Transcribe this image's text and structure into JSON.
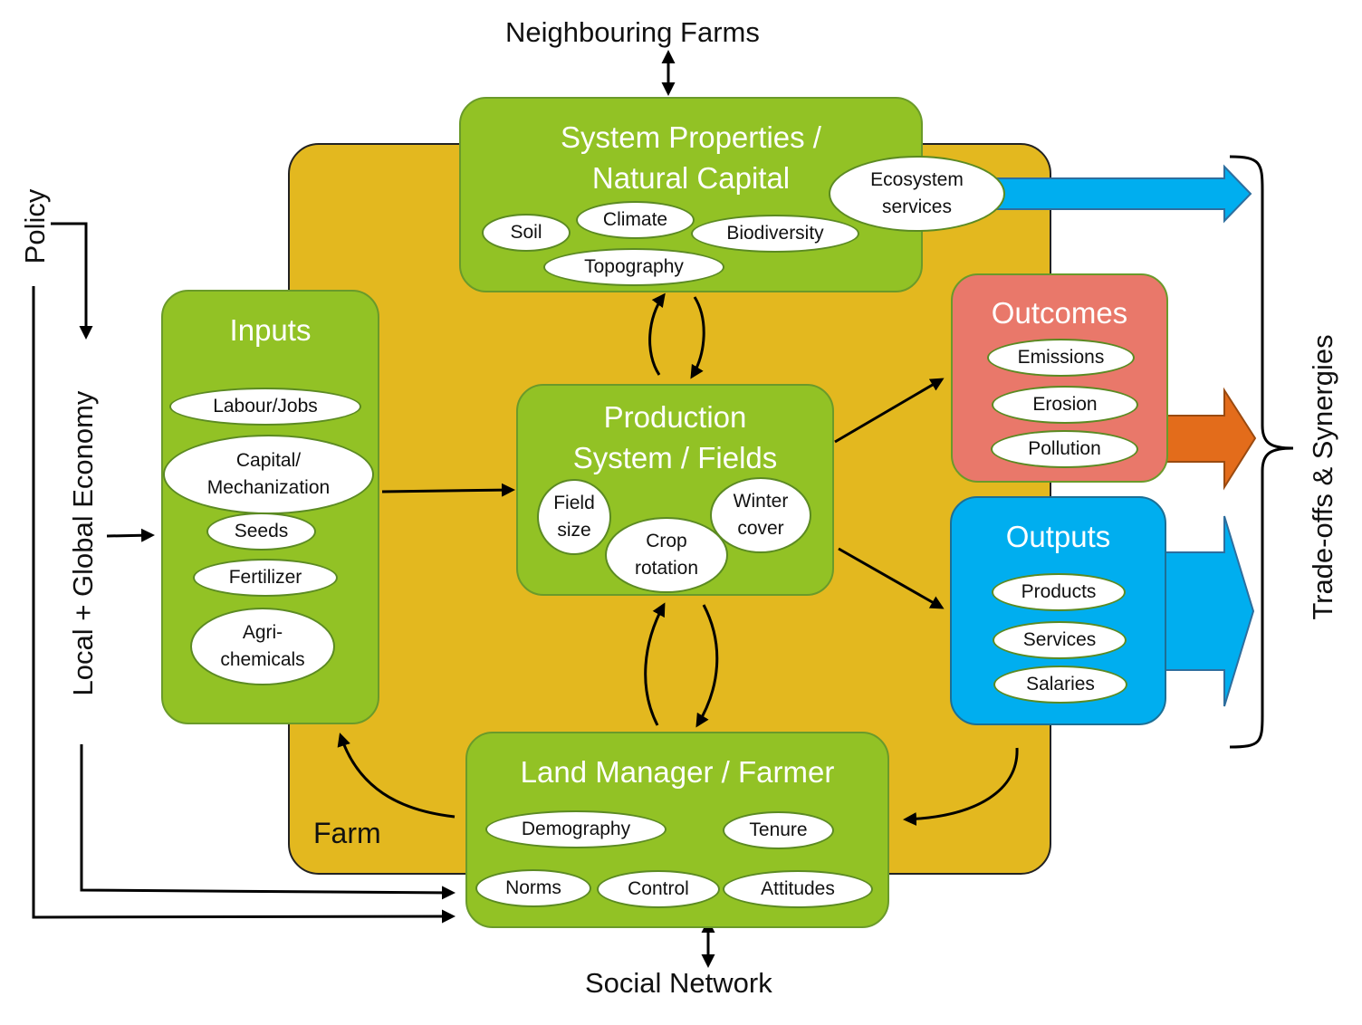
{
  "top_label": "Neighbouring Farms",
  "bottom_label": "Social Network",
  "left_policy": "Policy",
  "left_economy": "Local + Global Economy",
  "right_label": "Trade-offs & Synergies",
  "farm_label": "Farm",
  "system_properties": {
    "title": "System Properties /\nNatural Capital",
    "items": [
      "Soil",
      "Climate",
      "Biodiversity",
      "Topography",
      "Ecosystem\nservices"
    ]
  },
  "inputs": {
    "title": "Inputs",
    "items": [
      "Labour/Jobs",
      "Capital/\nMechanization",
      "Seeds",
      "Fertilizer",
      "Agri-\nchemicals"
    ]
  },
  "production": {
    "title": "Production\nSystem / Fields",
    "items": [
      "Field\nsize",
      "Crop\nrotation",
      "Winter\ncover"
    ]
  },
  "outcomes": {
    "title": "Outcomes",
    "items": [
      "Emissions",
      "Erosion",
      "Pollution"
    ]
  },
  "outputs": {
    "title": "Outputs",
    "items": [
      "Products",
      "Services",
      "Salaries"
    ]
  },
  "land_manager": {
    "title": "Land Manager / Farmer",
    "items": [
      "Demography",
      "Tenure",
      "Norms",
      "Control",
      "Attitudes"
    ]
  },
  "colors": {
    "farm": "#e3b81f",
    "green_box": "#92c225",
    "outcomes": "#e9786a",
    "outputs": "#00aeef",
    "arrow_blue": "#00aeef",
    "arrow_orange": "#e36c1b"
  }
}
